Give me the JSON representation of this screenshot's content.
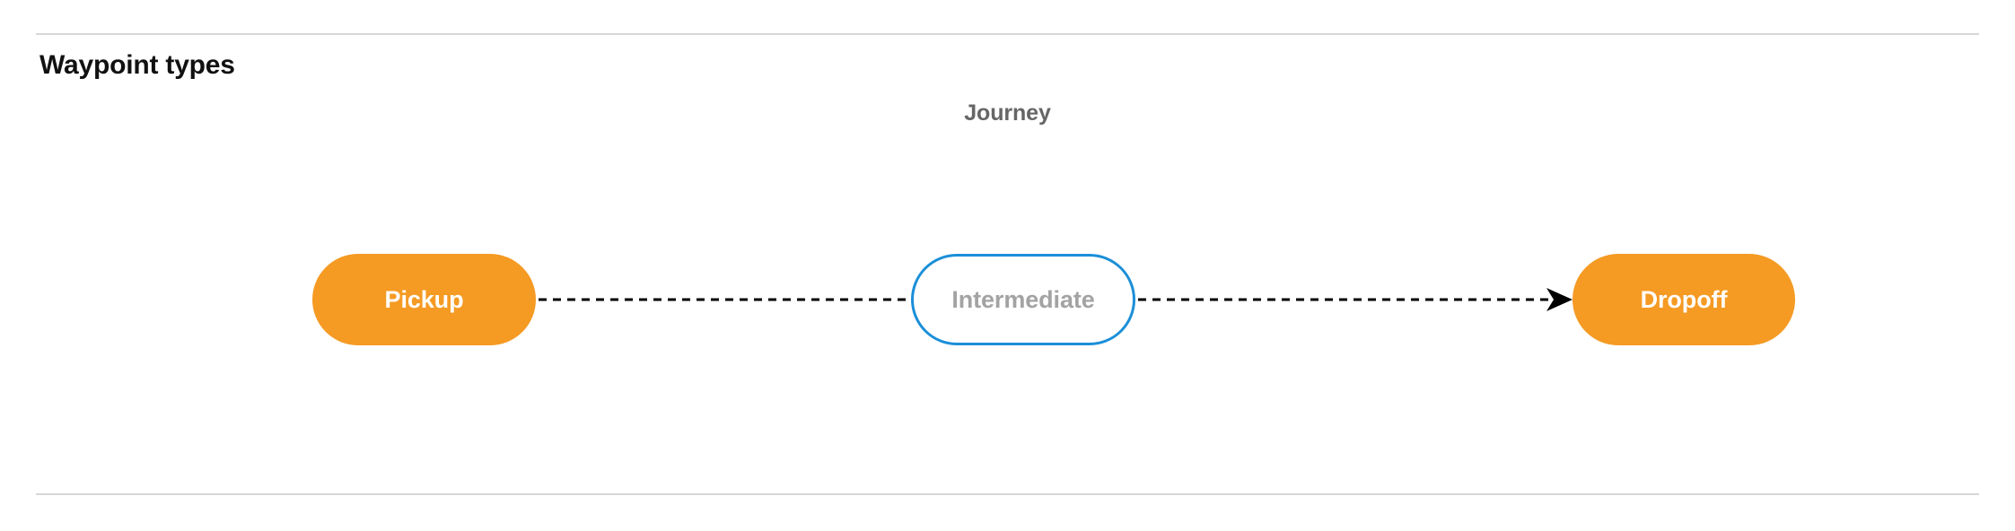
{
  "section": {
    "title": "Waypoint types"
  },
  "diagram": {
    "group_label": "Journey",
    "nodes": [
      {
        "id": "pickup",
        "label": "Pickup",
        "style": "filled",
        "fill": "#f59a23",
        "text_color": "#ffffff"
      },
      {
        "id": "intermediate",
        "label": "Intermediate",
        "style": "outlined",
        "fill": "#ffffff",
        "border_color": "#1b8fd8",
        "text_color": "#a3a3a3"
      },
      {
        "id": "dropoff",
        "label": "Dropoff",
        "style": "filled",
        "fill": "#f59a23",
        "text_color": "#ffffff"
      }
    ],
    "edges": [
      {
        "from": "pickup",
        "to": "intermediate",
        "line": "dashed",
        "arrowhead": false,
        "color": "#000000"
      },
      {
        "from": "intermediate",
        "to": "dropoff",
        "line": "dashed",
        "arrowhead": true,
        "color": "#000000"
      }
    ]
  },
  "colors": {
    "divider": "#d7d7d7",
    "title": "#111111",
    "group_label": "#666666",
    "accent_orange": "#f59a23",
    "accent_blue": "#1b8fd8",
    "muted_text": "#a3a3a3",
    "background": "#ffffff"
  }
}
